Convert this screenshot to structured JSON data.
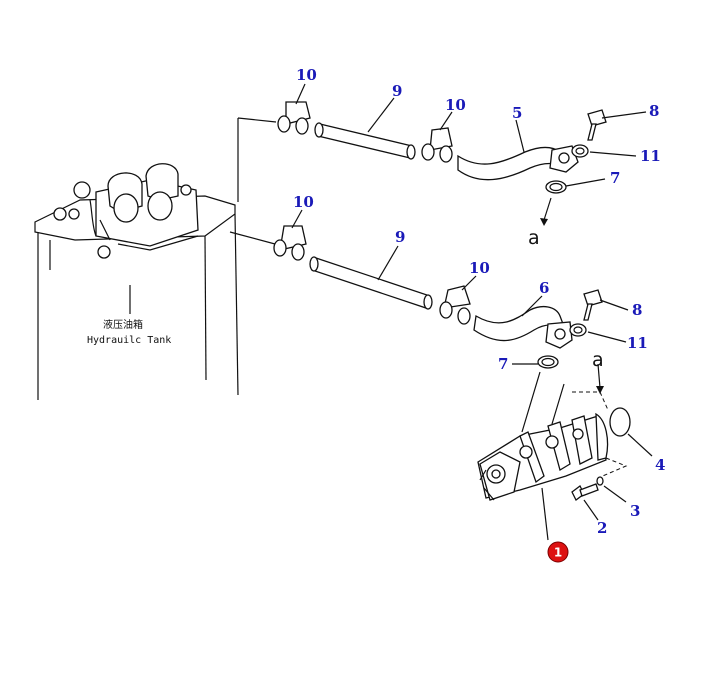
{
  "tank_label": {
    "chinese": "液压油箱",
    "english": "Hydrauilc Tank"
  },
  "callouts": {
    "upper_clamp_left": "10",
    "upper_hose": "9",
    "upper_clamp_right": "10",
    "upper_tube": "5",
    "upper_bolt": "8",
    "upper_washer": "11",
    "upper_oring": "7",
    "lower_clamp_left": "10",
    "lower_hose": "9",
    "lower_clamp_right": "10",
    "lower_tube": "6",
    "lower_bolt": "8",
    "lower_washer": "11",
    "lower_oring": "7",
    "pump_oring": "4",
    "pump_washer": "3",
    "pump_bolt": "2",
    "pump_assembly": "1"
  },
  "view_markers": {
    "upper": "a",
    "lower": "a"
  },
  "colors": {
    "callout_text": "#1a1ab8",
    "badge_fill": "#dd1111",
    "line": "#111111"
  }
}
